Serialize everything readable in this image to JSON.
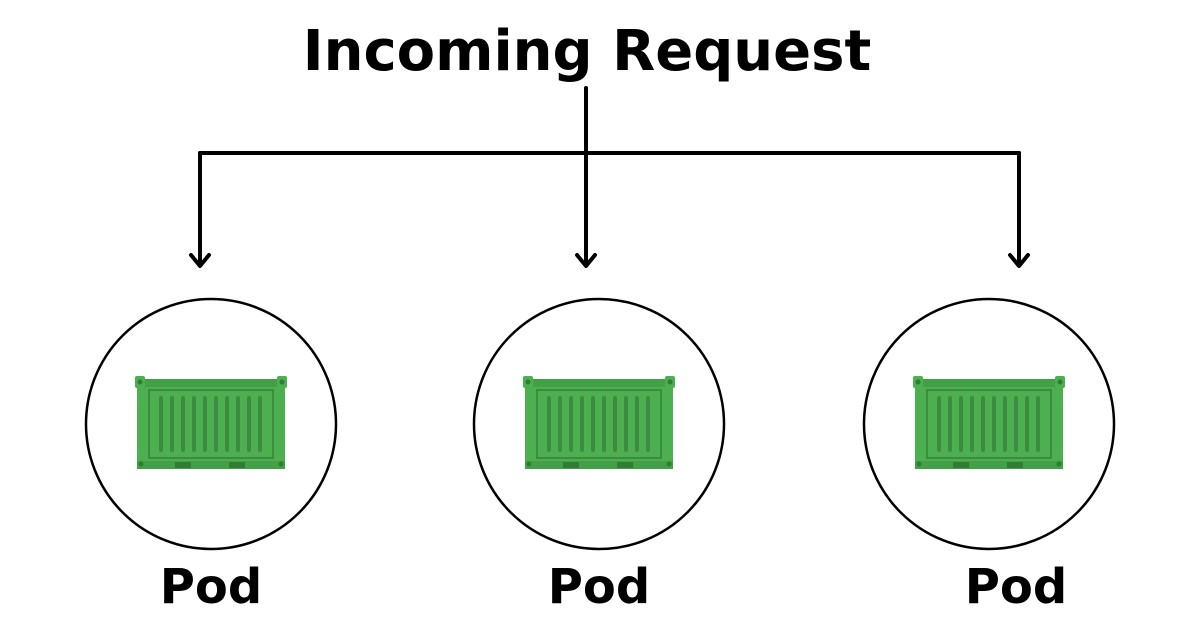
{
  "title": "Incoming Request",
  "pods": [
    {
      "label": "Pod"
    },
    {
      "label": "Pod"
    },
    {
      "label": "Pod"
    }
  ],
  "colors": {
    "container_fill": "#4caf50",
    "container_dark": "#2e7d32",
    "container_rib": "#3d8b40",
    "line": "#000000"
  }
}
